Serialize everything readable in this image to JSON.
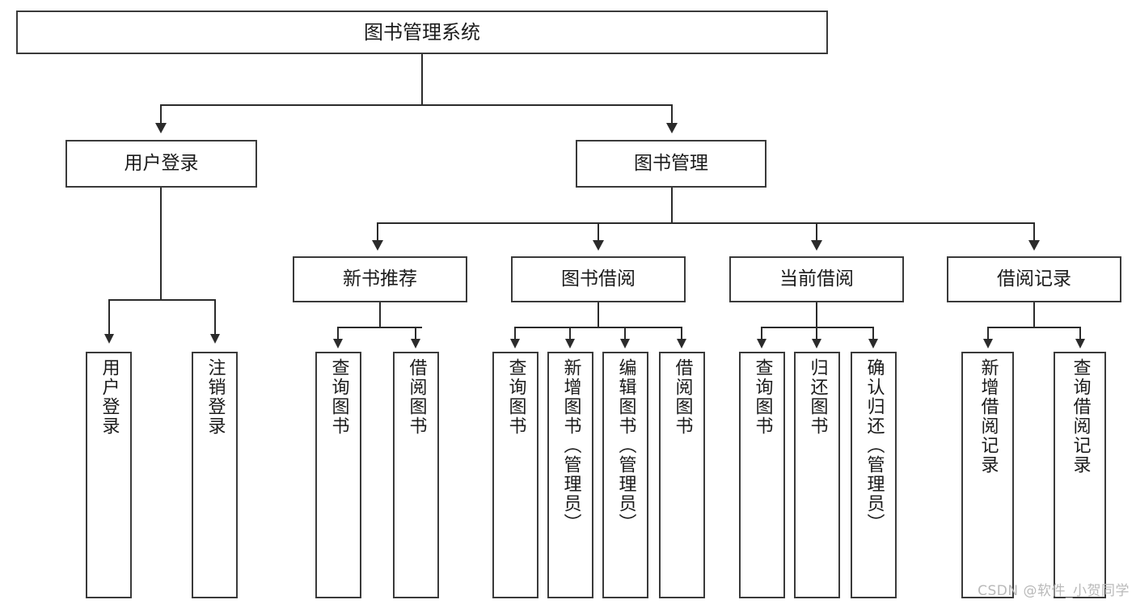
{
  "diagram": {
    "title": "图书管理系统",
    "type": "tree",
    "orientation": "top-down",
    "colors": {
      "box_border": "#3a3a3a",
      "box_fill": "#ffffff",
      "connector": "#2b2b2b",
      "text": "#1b1b1b",
      "watermark": "#b9b9b9",
      "background": "#ffffff"
    },
    "watermark": "CSDN @软件_小贺同学",
    "levels": {
      "root": {
        "label": "图书管理系统"
      },
      "level1": [
        {
          "label": "用户登录"
        },
        {
          "label": "图书管理"
        }
      ],
      "level2": [
        {
          "label": "新书推荐"
        },
        {
          "label": "图书借阅"
        },
        {
          "label": "当前借阅"
        },
        {
          "label": "借阅记录"
        }
      ],
      "leaves": {
        "user_login": [
          {
            "label": "用户登录"
          },
          {
            "label": "注销登录"
          }
        ],
        "new_book_recommend": [
          {
            "label": "查询图书"
          },
          {
            "label": "借阅图书"
          }
        ],
        "book_borrow": [
          {
            "label": "查询图书"
          },
          {
            "label": "新增图书（管理员）"
          },
          {
            "label": "编辑图书（管理员）"
          },
          {
            "label": "借阅图书"
          }
        ],
        "current_borrow": [
          {
            "label": "查询图书"
          },
          {
            "label": "归还图书"
          },
          {
            "label": "确认归还（管理员）"
          }
        ],
        "borrow_record": [
          {
            "label": "新增借阅记录"
          },
          {
            "label": "查询借阅记录"
          }
        ]
      }
    }
  }
}
